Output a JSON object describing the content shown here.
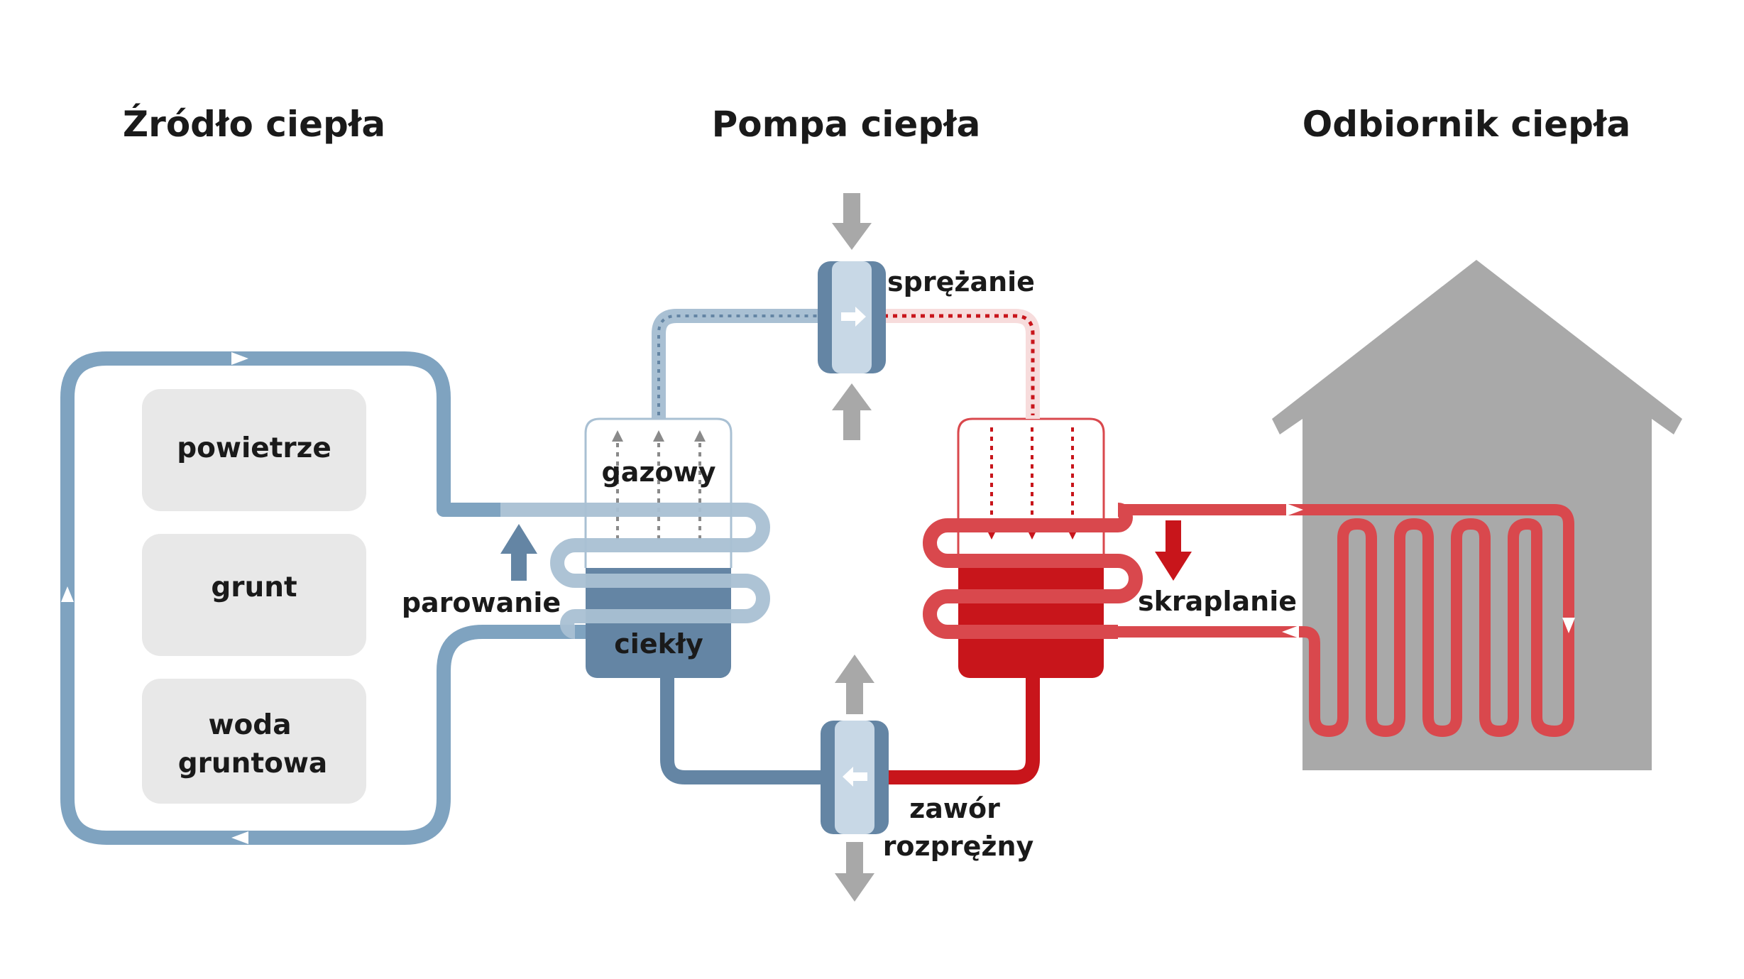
{
  "headings": {
    "source": "Źródło ciepła",
    "pump": "Pompa ciepła",
    "receiver": "Odbiornik ciepła"
  },
  "sources": {
    "air": "powietrze",
    "ground": "grunt",
    "groundwater_line1": "woda",
    "groundwater_line2": "gruntowa"
  },
  "process": {
    "compression": "sprężanie",
    "evaporation": "parowanie",
    "condensation": "skraplanie",
    "valve_line1": "zawór",
    "valve_line2": "rozprężny"
  },
  "states": {
    "gas": "gazowy",
    "liquid": "ciekły"
  },
  "colors": {
    "cold": "#7fa3c0",
    "cold_light": "#a9c0d3",
    "cold_dark": "#6485a4",
    "hot": "#c8151b",
    "hot_light": "#d9484d",
    "grey": "#a8a8a8",
    "house": "#a9a9a9",
    "box": "#e8e8e8"
  }
}
